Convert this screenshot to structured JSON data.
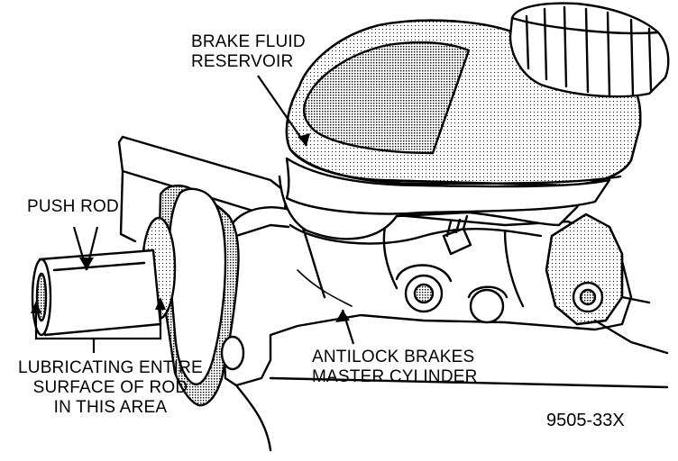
{
  "labels": {
    "reservoir": [
      "BRAKE FLUID",
      "RESERVOIR"
    ],
    "push_rod": "PUSH ROD",
    "lubricating": [
      "LUBRICATING ENTIRE",
      "SURFACE OF ROD",
      "IN THIS AREA"
    ],
    "master_cylinder": [
      "ANTILOCK BRAKES",
      "MASTER CYLINDER"
    ],
    "figure_number": "9505-33X"
  },
  "colors": {
    "ink": "#000000",
    "paper": "#ffffff",
    "shade": "#9a9a9a"
  }
}
